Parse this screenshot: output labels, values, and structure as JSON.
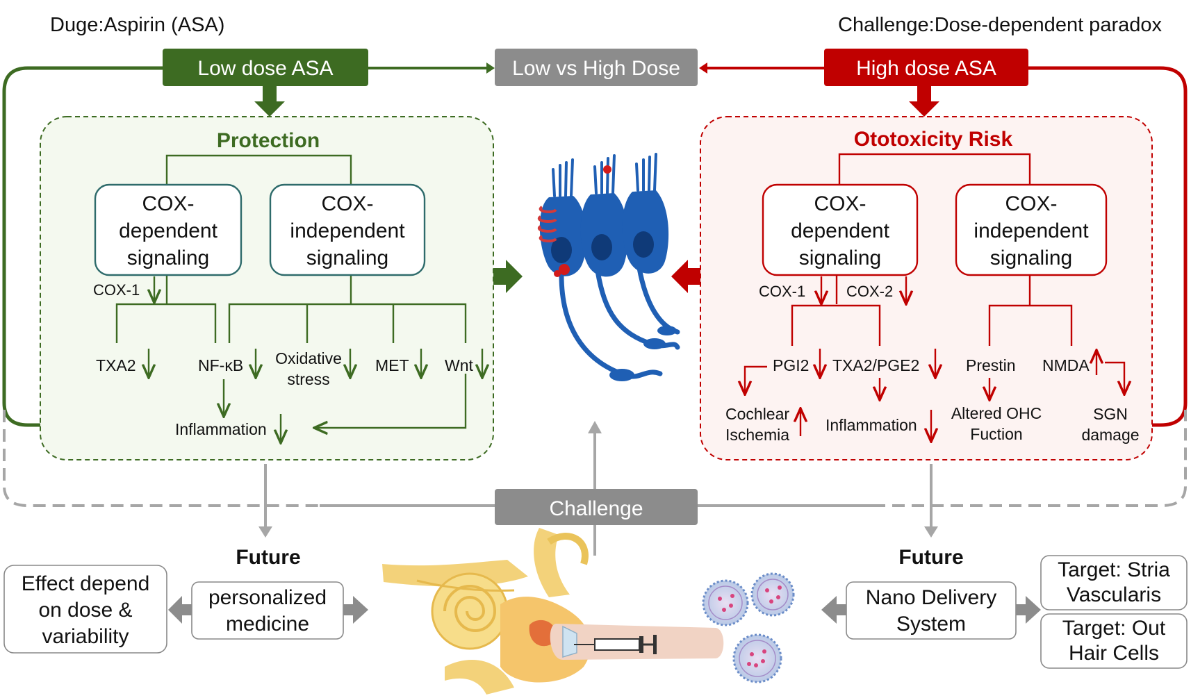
{
  "header": {
    "drug": "Duge:Aspirin (ASA)",
    "challenge": "Challenge:Dose-dependent paradox"
  },
  "top_bar": {
    "low": "Low dose ASA",
    "compare": "Low vs High Dose",
    "high": "High dose ASA"
  },
  "protection": {
    "title": "Protection",
    "cox_dep": [
      "COX-",
      "dependent",
      "signaling"
    ],
    "cox_indep": [
      "COX-",
      "independent",
      "signaling"
    ],
    "cox1": "COX-1",
    "txa2": "TXA2",
    "nfkb": "NF-κB",
    "oxidative": [
      "Oxidative",
      "stress"
    ],
    "met": "MET",
    "wnt": "Wnt",
    "inflammation": "Inflammation"
  },
  "ototoxicity": {
    "title": "Ototoxicity Risk",
    "cox_dep": [
      "COX-",
      "dependent",
      "signaling"
    ],
    "cox_indep": [
      "COX-",
      "independent",
      "signaling"
    ],
    "cox1": "COX-1",
    "cox2": "COX-2",
    "pgi2": "PGI2",
    "txa2_pge2": "TXA2/PGE2",
    "prestin": "Prestin",
    "nmda": "NMDA",
    "cochlear": [
      "Cochlear",
      "Ischemia"
    ],
    "inflammation": "Inflammation",
    "altered": [
      "Altered OHC",
      "Fuction"
    ],
    "sgn": [
      "SGN",
      "damage"
    ]
  },
  "challenge_label": "Challenge",
  "future_left": {
    "title": "Future",
    "box": [
      "personalized",
      "medicine"
    ],
    "effect": [
      "Effect depend",
      "on dose &",
      "variability"
    ]
  },
  "future_right": {
    "title": "Future",
    "box": [
      "Nano Delivery",
      "System"
    ],
    "target1": [
      "Target: Stria",
      "Vascularis"
    ],
    "target2": [
      "Target: Out",
      "Hair Cells"
    ]
  },
  "colors": {
    "green": "#3d6b22",
    "red": "#c00000",
    "gray": "#8c8c8c",
    "teal": "#2e6b6b",
    "green_fill": "#f4f9ef",
    "red_fill": "#fdf3f2",
    "cell_blue": "#1f5fb4"
  },
  "icons": [
    "hair-cells-illustration",
    "inner-ear-illustration",
    "syringe-icon",
    "nanoparticle-icon"
  ]
}
